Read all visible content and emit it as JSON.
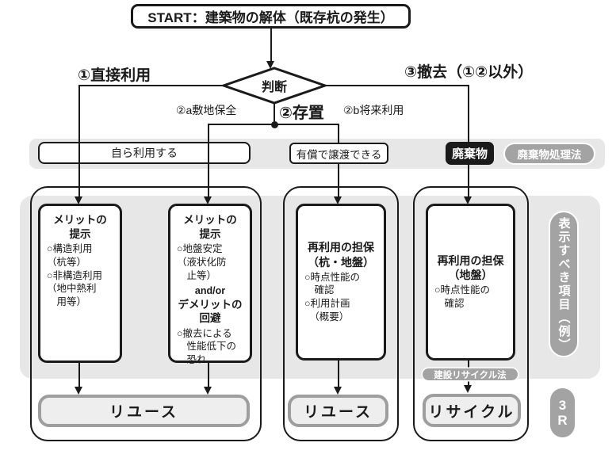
{
  "colors": {
    "ink": "#1a1a1a",
    "band_gray": "#e7e7e7",
    "pill_gray": "#a3a3a3",
    "bar_fill": "#eeeeee",
    "bar_border": "#9e9e9e",
    "waste_box_bg": "#1a1a1a"
  },
  "start": {
    "label": "START：建築物の解体（既存杭の発生）"
  },
  "decision": {
    "label": "判断"
  },
  "branches": {
    "direct_use": "①直接利用",
    "removal": "③撤去（①②以外）",
    "retention": "②存置",
    "site_preservation": "②a敷地保全",
    "future_use": "②b将来利用"
  },
  "middle_row": {
    "self_use": "自ら利用する",
    "paid_transfer": "有償で譲渡できる",
    "waste": "廃棄物",
    "waste_law": "廃棄物処理法"
  },
  "boxes": {
    "b1": {
      "title": "メリットの\n提示",
      "body": "○構造利用\n（杭等）\n○非構造利用\n（地中熱利\n　用等）"
    },
    "b2": {
      "title": "メリットの\n提示",
      "body": "○地盤安定\n（液状化防\n　止等）",
      "andor": "and/or",
      "title2": "デメリットの\n回避",
      "body2": "○撤去による\n　性能低下の\n　恐れ"
    },
    "b3": {
      "title": "再利用の担保\n（杭・地盤）",
      "body": "○時点性能の\n　確認\n○利用計画\n　（概要）"
    },
    "b4": {
      "title": "再利用の担保\n（地盤）",
      "body": "○時点性能の\n　確認"
    }
  },
  "bars": {
    "reuse1": "リユース",
    "reuse2": "リユース",
    "recycle": "リサイクル"
  },
  "pills": {
    "construction_recycle_law": "建設リサイクル法",
    "display_items": "表示すべき項目（例）",
    "three_r": "3R"
  }
}
